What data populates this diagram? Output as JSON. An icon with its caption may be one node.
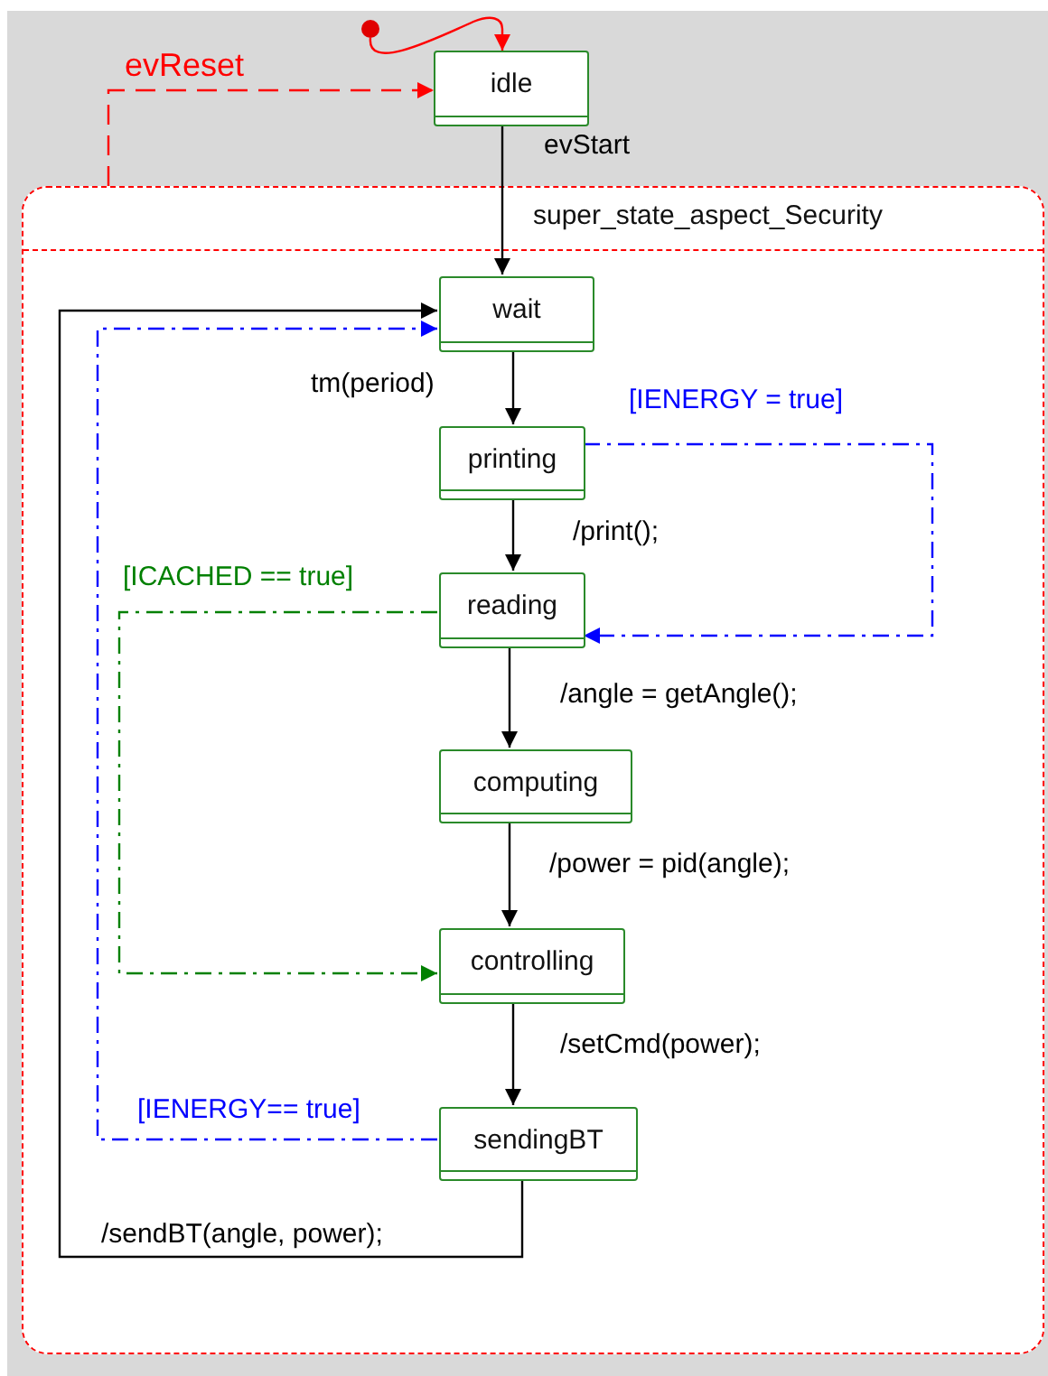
{
  "diagram": {
    "nodes": [
      {
        "text": [],
        "shape": "circle"
      },
      {
        "text": [
          "idle"
        ]
      },
      {
        "text": [
          "super_state_aspect_Security"
        ]
      },
      {
        "text": [
          "wait"
        ],
        "in": 2
      },
      {
        "text": [
          "printing"
        ],
        "in": 2
      },
      {
        "text": [
          "reading"
        ],
        "in": 2
      },
      {
        "text": [
          "computing"
        ],
        "in": 2
      },
      {
        "text": [
          "controlling"
        ],
        "in": 2
      },
      {
        "text": [
          "sendingBT"
        ],
        "in": 2
      }
    ],
    "edges": [
      {
        "from": 0,
        "to": 1,
        "arrow": "to",
        "color": "#ff0000"
      },
      {
        "from": 2,
        "to": 1,
        "arrow": "to",
        "label": "evReset",
        "style": "dashed",
        "color": "#ff0000"
      },
      {
        "from": 1,
        "to": 3,
        "arrow": "to",
        "label": "evStart"
      },
      {
        "from": 3,
        "to": 4,
        "arrow": "to",
        "label": "tm(period)"
      },
      {
        "from": 4,
        "to": 5,
        "arrow": "to",
        "label": "/print();"
      },
      {
        "from": 4,
        "to": 5,
        "arrow": "to",
        "label": "[IENERGY = true]",
        "style": "dashed",
        "color": "#0000ff"
      },
      {
        "from": 5,
        "to": 6,
        "arrow": "to",
        "label": "/angle = getAngle();"
      },
      {
        "from": 5,
        "to": 7,
        "arrow": "to",
        "label": "[ICACHED == true]",
        "style": "dashed",
        "color": "#008000"
      },
      {
        "from": 6,
        "to": 7,
        "arrow": "to",
        "label": "/power = pid(angle);"
      },
      {
        "from": 7,
        "to": 8,
        "arrow": "to",
        "label": "/setCmd(power);"
      },
      {
        "from": 8,
        "to": 3,
        "arrow": "to",
        "label": "[IENERGY== true]",
        "style": "dashed",
        "color": "#0000ff"
      },
      {
        "from": 8,
        "to": 3,
        "arrow": "to",
        "label": "/sendBT(angle, power);"
      }
    ]
  }
}
